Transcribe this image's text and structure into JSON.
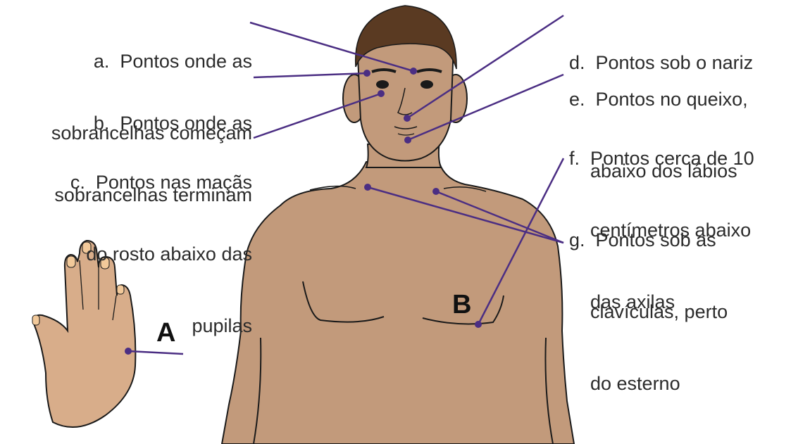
{
  "labels": {
    "a": [
      "a.  Pontos onde as",
      "sobrancelhas começam"
    ],
    "b": [
      "b.  Pontos onde as",
      "sobrancelhas terminam"
    ],
    "c": [
      "c.  Pontos nas maçãs",
      "do rosto abaixo das",
      "pupilas"
    ],
    "d": [
      "d.  Pontos sob o nariz"
    ],
    "e": [
      "e.  Pontos no queixo,",
      "abaixo dos lábios"
    ],
    "f": [
      "f.  Pontos cerca de 10",
      "centímetros abaixo",
      "das axilas"
    ],
    "g": [
      "g.  Pontos sob as",
      "clavículas, perto",
      "do esterno"
    ]
  },
  "markers": {
    "hand": "A",
    "chest": "B"
  },
  "colors": {
    "line": "#4b2e83",
    "skin": "#c29a7b",
    "hair": "#5a3a22",
    "outline": "#1a1a1a",
    "hand_skin": "#d8ad8a",
    "nail": "#f2c99a"
  }
}
